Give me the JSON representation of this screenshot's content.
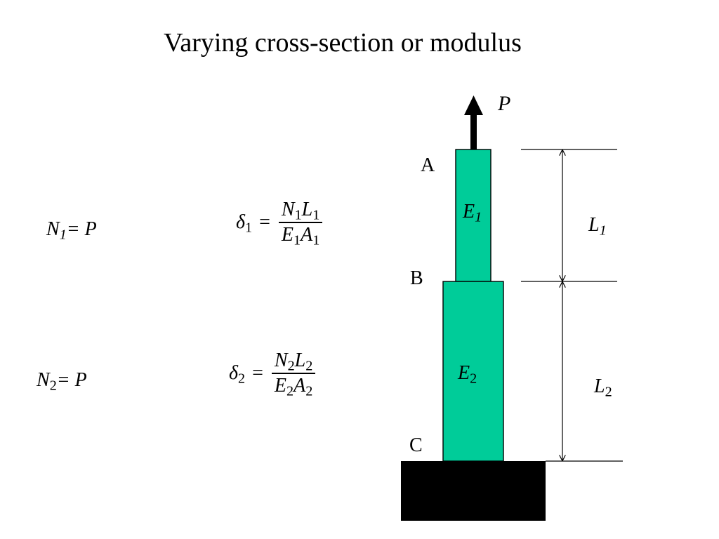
{
  "title": "Varying cross-section or modulus",
  "equations": {
    "n1": {
      "sym": "N",
      "sub": "1",
      "rhs": "= P"
    },
    "n2": {
      "sym": "N",
      "sub": "2",
      "rhs": "= P"
    },
    "delta1": {
      "lhs_sym": "δ",
      "lhs_sub": "1",
      "eq": "=",
      "num": [
        {
          "sym": "N",
          "sub": "1"
        },
        {
          "sym": "L",
          "sub": "1"
        }
      ],
      "den": [
        {
          "sym": "E",
          "sub": "1"
        },
        {
          "sym": "A",
          "sub": "1"
        }
      ]
    },
    "delta2": {
      "lhs_sym": "δ",
      "lhs_sub": "2",
      "eq": "=",
      "num": [
        {
          "sym": "N",
          "sub": "2"
        },
        {
          "sym": "L",
          "sub": "2"
        }
      ],
      "den": [
        {
          "sym": "E",
          "sub": "2"
        },
        {
          "sym": "A",
          "sub": "2"
        }
      ]
    }
  },
  "diagram": {
    "force": "P",
    "points": {
      "a": "A",
      "b": "B",
      "c": "C"
    },
    "segments": {
      "upper": {
        "modulus_sym": "E",
        "modulus_sub": "1",
        "length_sym": "L",
        "length_sub": "1"
      },
      "lower": {
        "modulus_sym": "E",
        "modulus_sub": "2",
        "length_sym": "L",
        "length_sub": "2"
      }
    },
    "colors": {
      "rod": "#00cc99",
      "base": "#000000",
      "lines": "#000000"
    }
  }
}
